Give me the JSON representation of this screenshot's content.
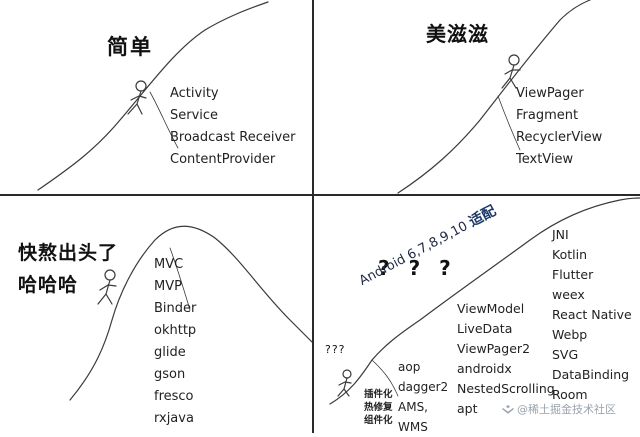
{
  "panel1": {
    "title": "简单",
    "items": [
      "Activity",
      "Service",
      "Broadcast Receiver",
      "ContentProvider"
    ]
  },
  "panel2": {
    "title": "美滋滋",
    "items": [
      "ViewPager",
      "Fragment",
      "RecyclerView",
      "TextView"
    ]
  },
  "panel3": {
    "title_line1": "快熬出头了",
    "title_line2": "哈哈哈",
    "items": [
      "MVC",
      "MVP",
      "Binder",
      "okhttp",
      "glide",
      "gson",
      "fresco",
      "rxjava"
    ]
  },
  "panel4": {
    "question_marks": "? ? ?",
    "small_question_marks": "???",
    "rotated_label_en": "Android 6,7,8,9,10",
    "rotated_label_zh": "适配",
    "column1": [
      "aop",
      "dagger2",
      "AMS,",
      "WMS"
    ],
    "column2": [
      "ViewModel",
      "LiveData",
      "ViewPager2",
      "androidx",
      "NestedScrolling",
      "apt"
    ],
    "column3": [
      "JNI",
      "Kotlin",
      "Flutter",
      "weex",
      "React Native",
      "Webp",
      "SVG",
      "DataBinding",
      "Room"
    ],
    "hotfix_lines": [
      "插件化",
      "热修复",
      "组件化"
    ]
  },
  "watermark": "@稀土掘金技术社区",
  "colors": {
    "line": "#2a2a2a",
    "text": "#222222",
    "watermark": "#9aa3ad"
  }
}
